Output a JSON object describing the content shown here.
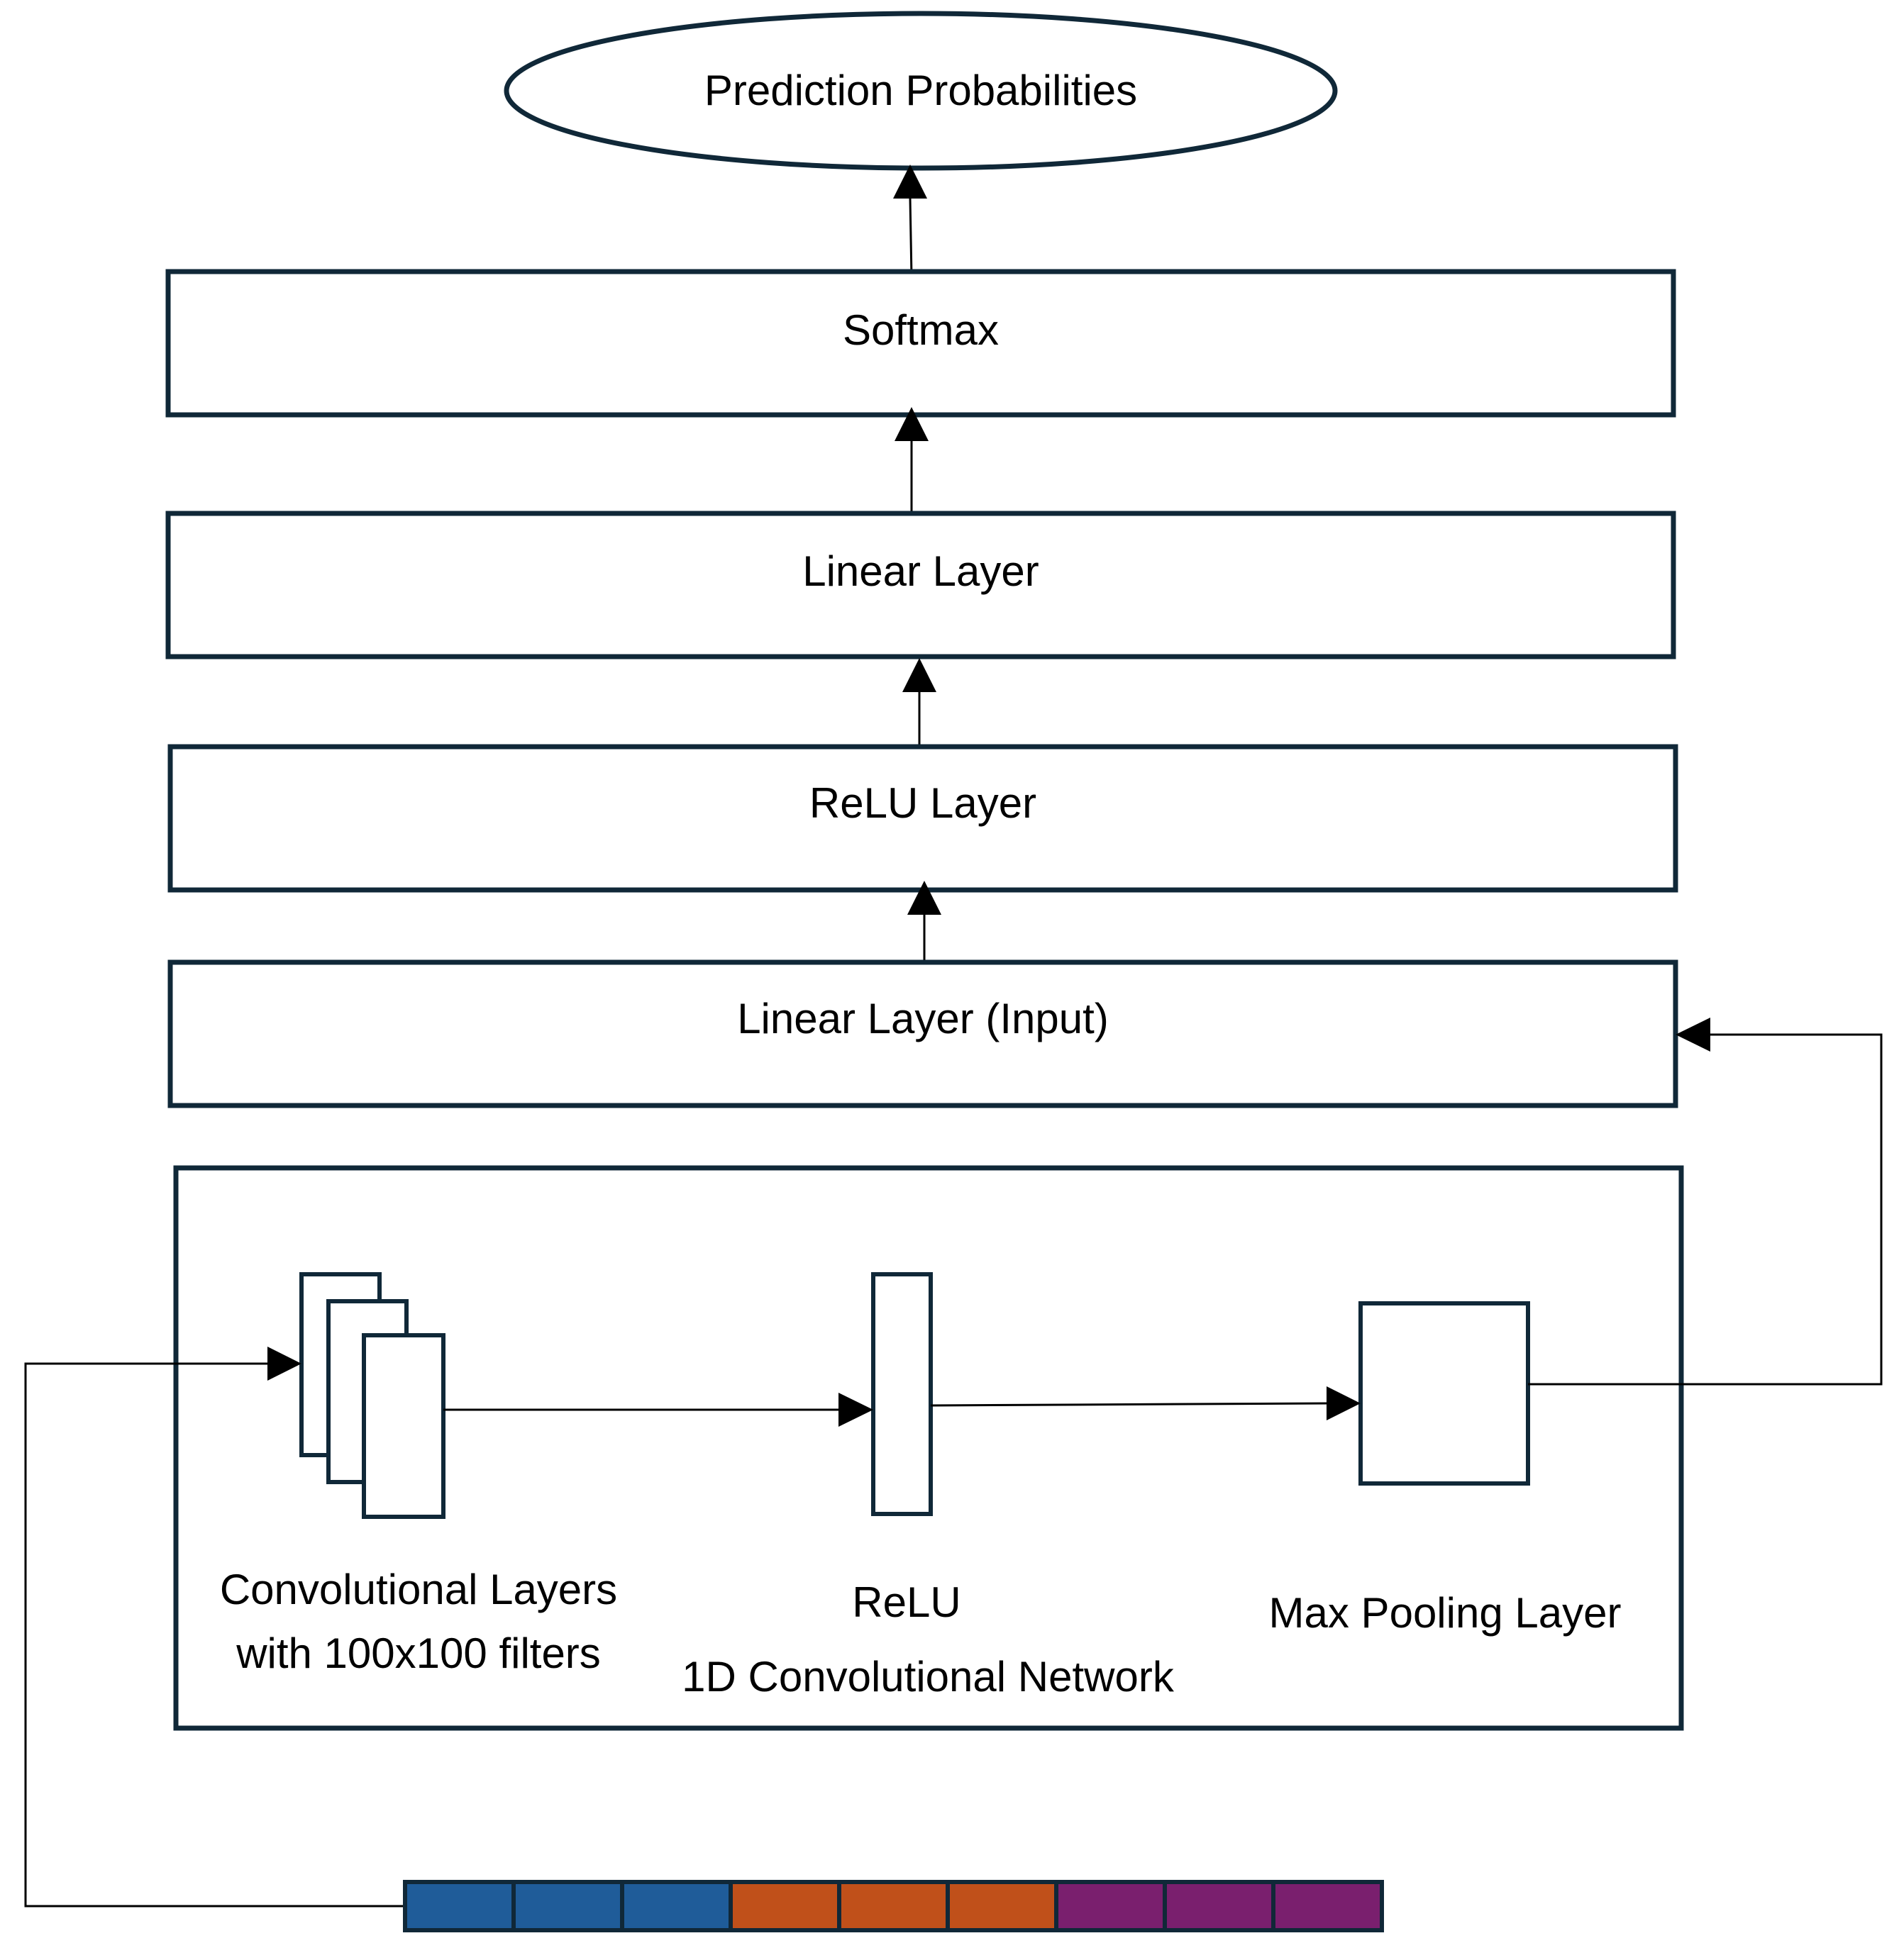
{
  "nodes": {
    "output": "Prediction Probabilities",
    "softmax": "Softmax",
    "linear": "Linear Layer",
    "relu_layer": "ReLU Layer",
    "linear_input": "Linear Layer (Input)"
  },
  "cnn_block": {
    "conv_label_line1": "Convolutional Layers",
    "conv_label_line2": "with 100x100 filters",
    "relu_label": "ReLU",
    "network_label": "1D Convolutional Network",
    "pool_label": "Max Pooling Layer"
  },
  "input_sequence": {
    "cell_colors": [
      "#1f5c99",
      "#1f5c99",
      "#1f5c99",
      "#c0501a",
      "#c0501a",
      "#c0501a",
      "#7a1f6e",
      "#7a1f6e",
      "#7a1f6e"
    ]
  },
  "colors": {
    "outline": "#102838",
    "arrow": "#000000",
    "blue": "#1f5c99",
    "orange": "#c0501a",
    "purple": "#7a1f6e"
  }
}
